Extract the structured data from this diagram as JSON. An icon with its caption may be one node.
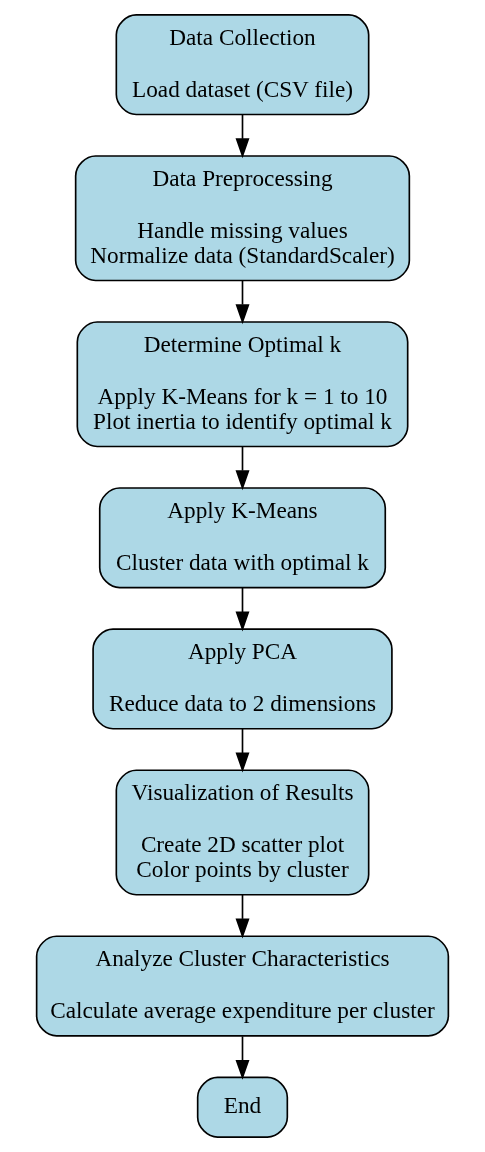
{
  "diagram": {
    "nodes": [
      {
        "text": [
          "Data Collection",
          "Load dataset (CSV file)"
        ]
      },
      {
        "text": [
          "Data Preprocessing",
          "Handle missing values",
          "Normalize data (StandardScaler)"
        ]
      },
      {
        "text": [
          "Determine Optimal k",
          "Apply K-Means for k = 1 to 10",
          "Plot inertia to identify optimal k"
        ]
      },
      {
        "text": [
          "Apply K-Means",
          "Cluster data with optimal k"
        ]
      },
      {
        "text": [
          "Apply PCA",
          "Reduce data to 2 dimensions"
        ]
      },
      {
        "text": [
          "Visualization of Results",
          "Create 2D scatter plot",
          "Color points by cluster"
        ]
      },
      {
        "text": [
          "Analyze Cluster Characteristics",
          "Calculate average expenditure per cluster"
        ]
      },
      {
        "text": [
          "End"
        ]
      }
    ],
    "edges": [
      {
        "from": 0,
        "to": 1,
        "arrow": "to"
      },
      {
        "from": 1,
        "to": 2,
        "arrow": "to"
      },
      {
        "from": 2,
        "to": 3,
        "arrow": "to"
      },
      {
        "from": 3,
        "to": 4,
        "arrow": "to"
      },
      {
        "from": 4,
        "to": 5,
        "arrow": "to"
      },
      {
        "from": 5,
        "to": 6,
        "arrow": "to"
      },
      {
        "from": 6,
        "to": 7,
        "arrow": "to"
      }
    ]
  }
}
